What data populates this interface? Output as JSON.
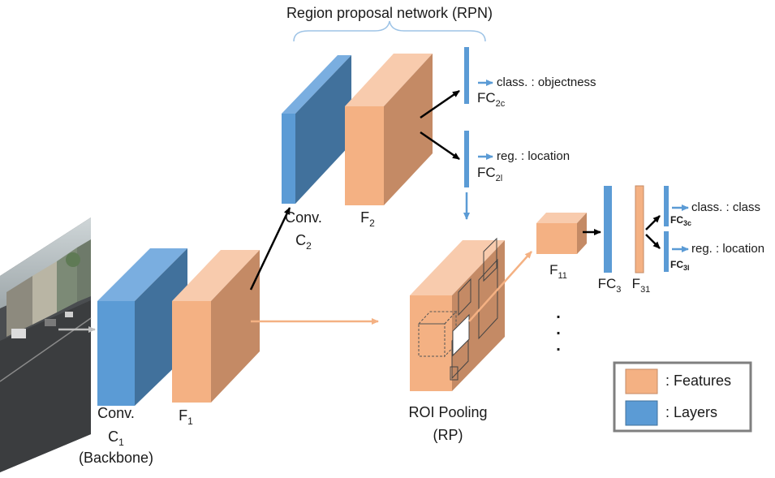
{
  "diagram": {
    "rpn_title": "Region proposal network (RPN)",
    "conv1": {
      "line1": "Conv.",
      "base": "C",
      "sub": "1",
      "line3": "(Backbone)"
    },
    "f1": {
      "base": "F",
      "sub": "1"
    },
    "conv2": {
      "line1": "Conv.",
      "base": "C",
      "sub": "2"
    },
    "f2": {
      "base": "F",
      "sub": "2"
    },
    "fc2c": {
      "base": "FC",
      "sub": "2c",
      "output": "class. : objectness"
    },
    "fc2l": {
      "base": "FC",
      "sub": "2l",
      "output": "reg. : location"
    },
    "roi": {
      "line1": "ROI Pooling",
      "line2": "(RP)"
    },
    "f11": {
      "base": "F",
      "sub": "11"
    },
    "fc3": {
      "base": "FC",
      "sub": "3"
    },
    "f31": {
      "base": "F",
      "sub": "31"
    },
    "fc3c": {
      "base": "FC",
      "sub": "3c",
      "output": "class. : class"
    },
    "fc3l": {
      "base": "FC",
      "sub": "3l",
      "output": "reg. : location"
    },
    "ellipsis": ".",
    "legend": {
      "features": ": Features",
      "layers": ": Layers"
    }
  },
  "colors": {
    "feature_front": "#f4b183",
    "feature_side": "#c48a65",
    "feature_top": "#f8cbad",
    "layer_front": "#5b9bd5",
    "layer_side": "#41719c",
    "layer_top": "#7aaee0",
    "arrow_dark": "#000000",
    "arrow_blue": "#5b9bd5",
    "arrow_orange": "#f4b183",
    "legend_border": "#7f7f7f"
  },
  "icons": {
    "input_image": "street-scene-photo-icon"
  }
}
